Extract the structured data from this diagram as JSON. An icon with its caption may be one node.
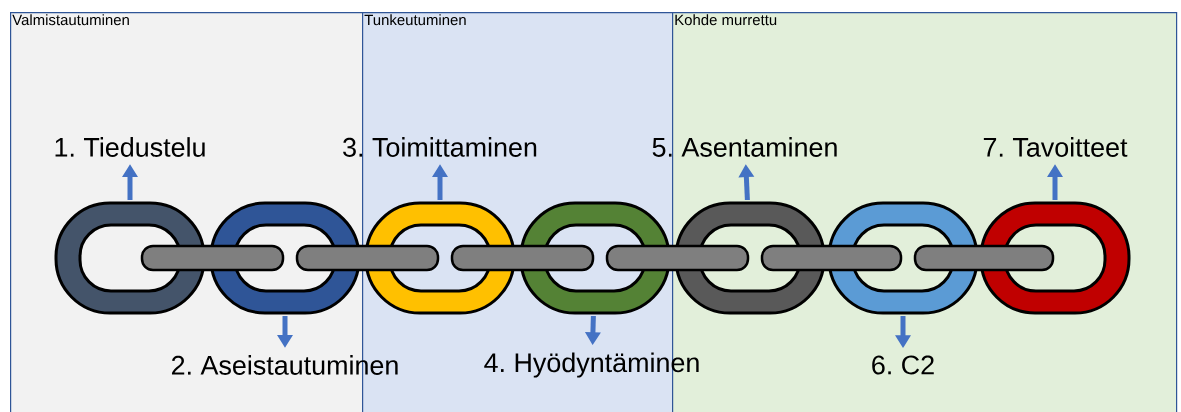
{
  "diagram": {
    "nodes": [
      {
        "text": [
          "Valmistautuminen"
        ]
      },
      {
        "text": [
          "Tunkeutuminen"
        ]
      },
      {
        "text": [
          "Kohde murrettu"
        ]
      },
      {
        "text": [
          "1. Tiedustelu"
        ],
        "in": 0
      },
      {
        "text": [
          "2. Aseistautuminen"
        ]
      },
      {
        "text": [
          "3. Toimittaminen"
        ]
      },
      {
        "text": [
          "4. Hyödyntäminen"
        ]
      },
      {
        "text": [
          "5. Asentaminen"
        ]
      },
      {
        "text": [
          "6. C2"
        ],
        "in": 2
      },
      {
        "text": [
          "7. Tavoitteet"
        ],
        "in": 2
      },
      {
        "text": [],
        "shape": "ring",
        "in": 0
      },
      {
        "text": [],
        "shape": "ring",
        "in": 0
      },
      {
        "text": [],
        "shape": "ring",
        "in": 1
      },
      {
        "text": [],
        "shape": "ring",
        "in": 1
      },
      {
        "text": [],
        "shape": "ring",
        "in": 2
      },
      {
        "text": [],
        "shape": "ring",
        "in": 2
      },
      {
        "text": [],
        "shape": "ring",
        "in": 2
      }
    ],
    "edges": [
      {
        "from": 10,
        "to": 3,
        "arrow": "to"
      },
      {
        "from": 11,
        "to": 4,
        "arrow": "to"
      },
      {
        "from": 12,
        "to": 5,
        "arrow": "to"
      },
      {
        "from": 13,
        "to": 6,
        "arrow": "to"
      },
      {
        "from": 14,
        "to": 7,
        "arrow": "to"
      },
      {
        "from": 15,
        "to": 8,
        "arrow": "to"
      },
      {
        "from": 16,
        "to": 9,
        "arrow": "to"
      }
    ]
  }
}
